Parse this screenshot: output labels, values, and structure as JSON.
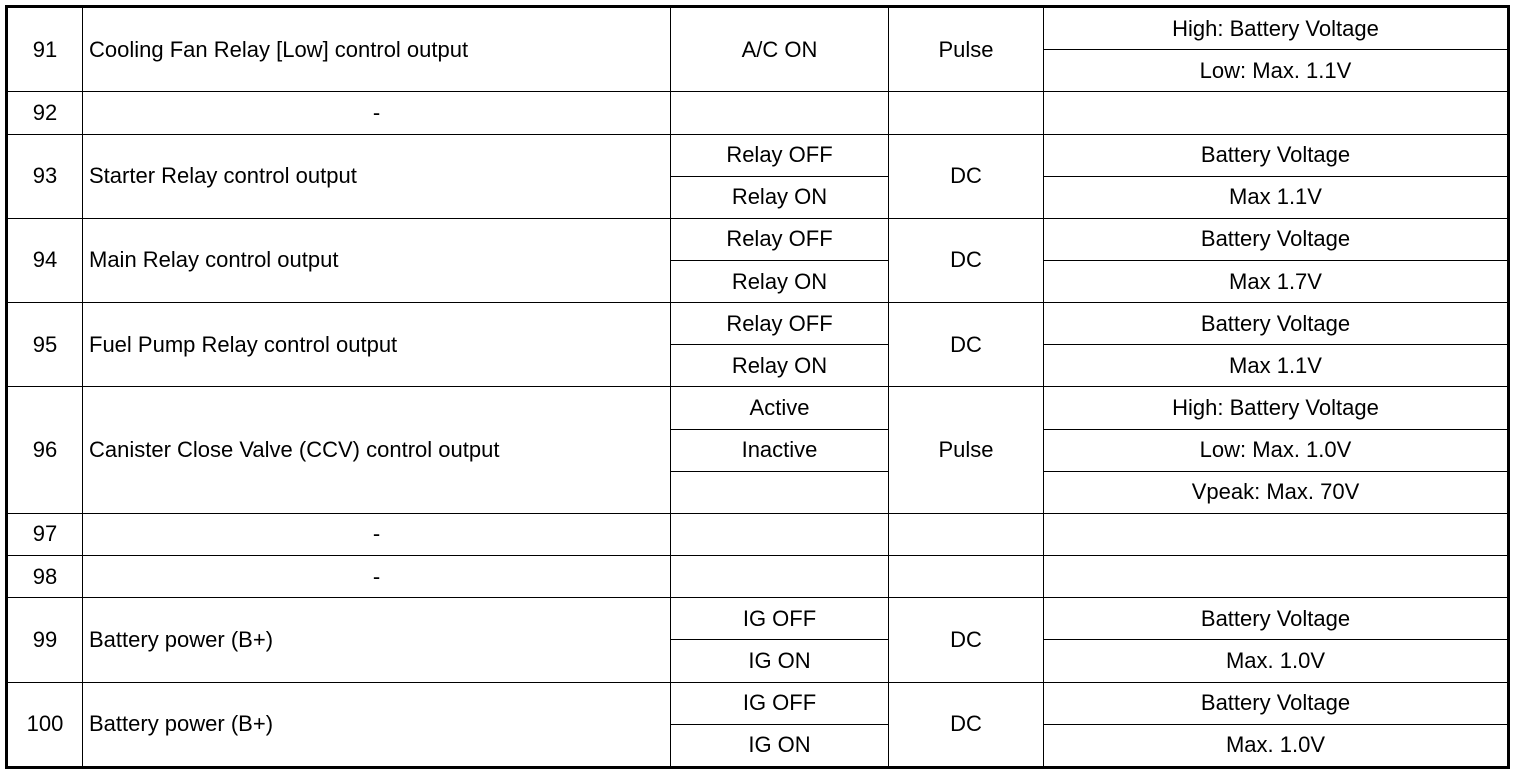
{
  "rows": [
    {
      "pin": "91",
      "desc": "Cooling Fan Relay [Low] control output",
      "cond": [
        "A/C ON"
      ],
      "type": "Pulse",
      "level": [
        "High: Battery Voltage",
        "Low: Max. 1.1V"
      ]
    },
    {
      "pin": "92",
      "desc": "-",
      "cond": [
        ""
      ],
      "type": "",
      "level": [
        ""
      ]
    },
    {
      "pin": "93",
      "desc": "Starter Relay control output",
      "cond": [
        "Relay OFF",
        "Relay ON"
      ],
      "type": "DC",
      "level": [
        "Battery Voltage",
        "Max 1.1V"
      ]
    },
    {
      "pin": "94",
      "desc": "Main Relay control output",
      "cond": [
        "Relay OFF",
        "Relay ON"
      ],
      "type": "DC",
      "level": [
        "Battery Voltage",
        "Max 1.7V"
      ]
    },
    {
      "pin": "95",
      "desc": "Fuel Pump Relay control output",
      "cond": [
        "Relay OFF",
        "Relay ON"
      ],
      "type": "DC",
      "level": [
        "Battery Voltage",
        "Max 1.1V"
      ]
    },
    {
      "pin": "96",
      "desc": "Canister Close Valve (CCV) control output",
      "cond": [
        "Active",
        "Inactive",
        ""
      ],
      "type": "Pulse",
      "level": [
        "High: Battery Voltage",
        "Low: Max. 1.0V",
        "Vpeak: Max. 70V"
      ]
    },
    {
      "pin": "97",
      "desc": "-",
      "cond": [
        ""
      ],
      "type": "",
      "level": [
        ""
      ]
    },
    {
      "pin": "98",
      "desc": "-",
      "cond": [
        ""
      ],
      "type": "",
      "level": [
        ""
      ]
    },
    {
      "pin": "99",
      "desc": "Battery power (B+)",
      "cond": [
        "IG OFF",
        "IG ON"
      ],
      "type": "DC",
      "level": [
        "Battery Voltage",
        "Max. 1.0V"
      ]
    },
    {
      "pin": "100",
      "desc": "Battery power (B+)",
      "cond": [
        "IG OFF",
        "IG ON"
      ],
      "type": "DC",
      "level": [
        "Battery Voltage",
        "Max. 1.0V"
      ]
    }
  ]
}
